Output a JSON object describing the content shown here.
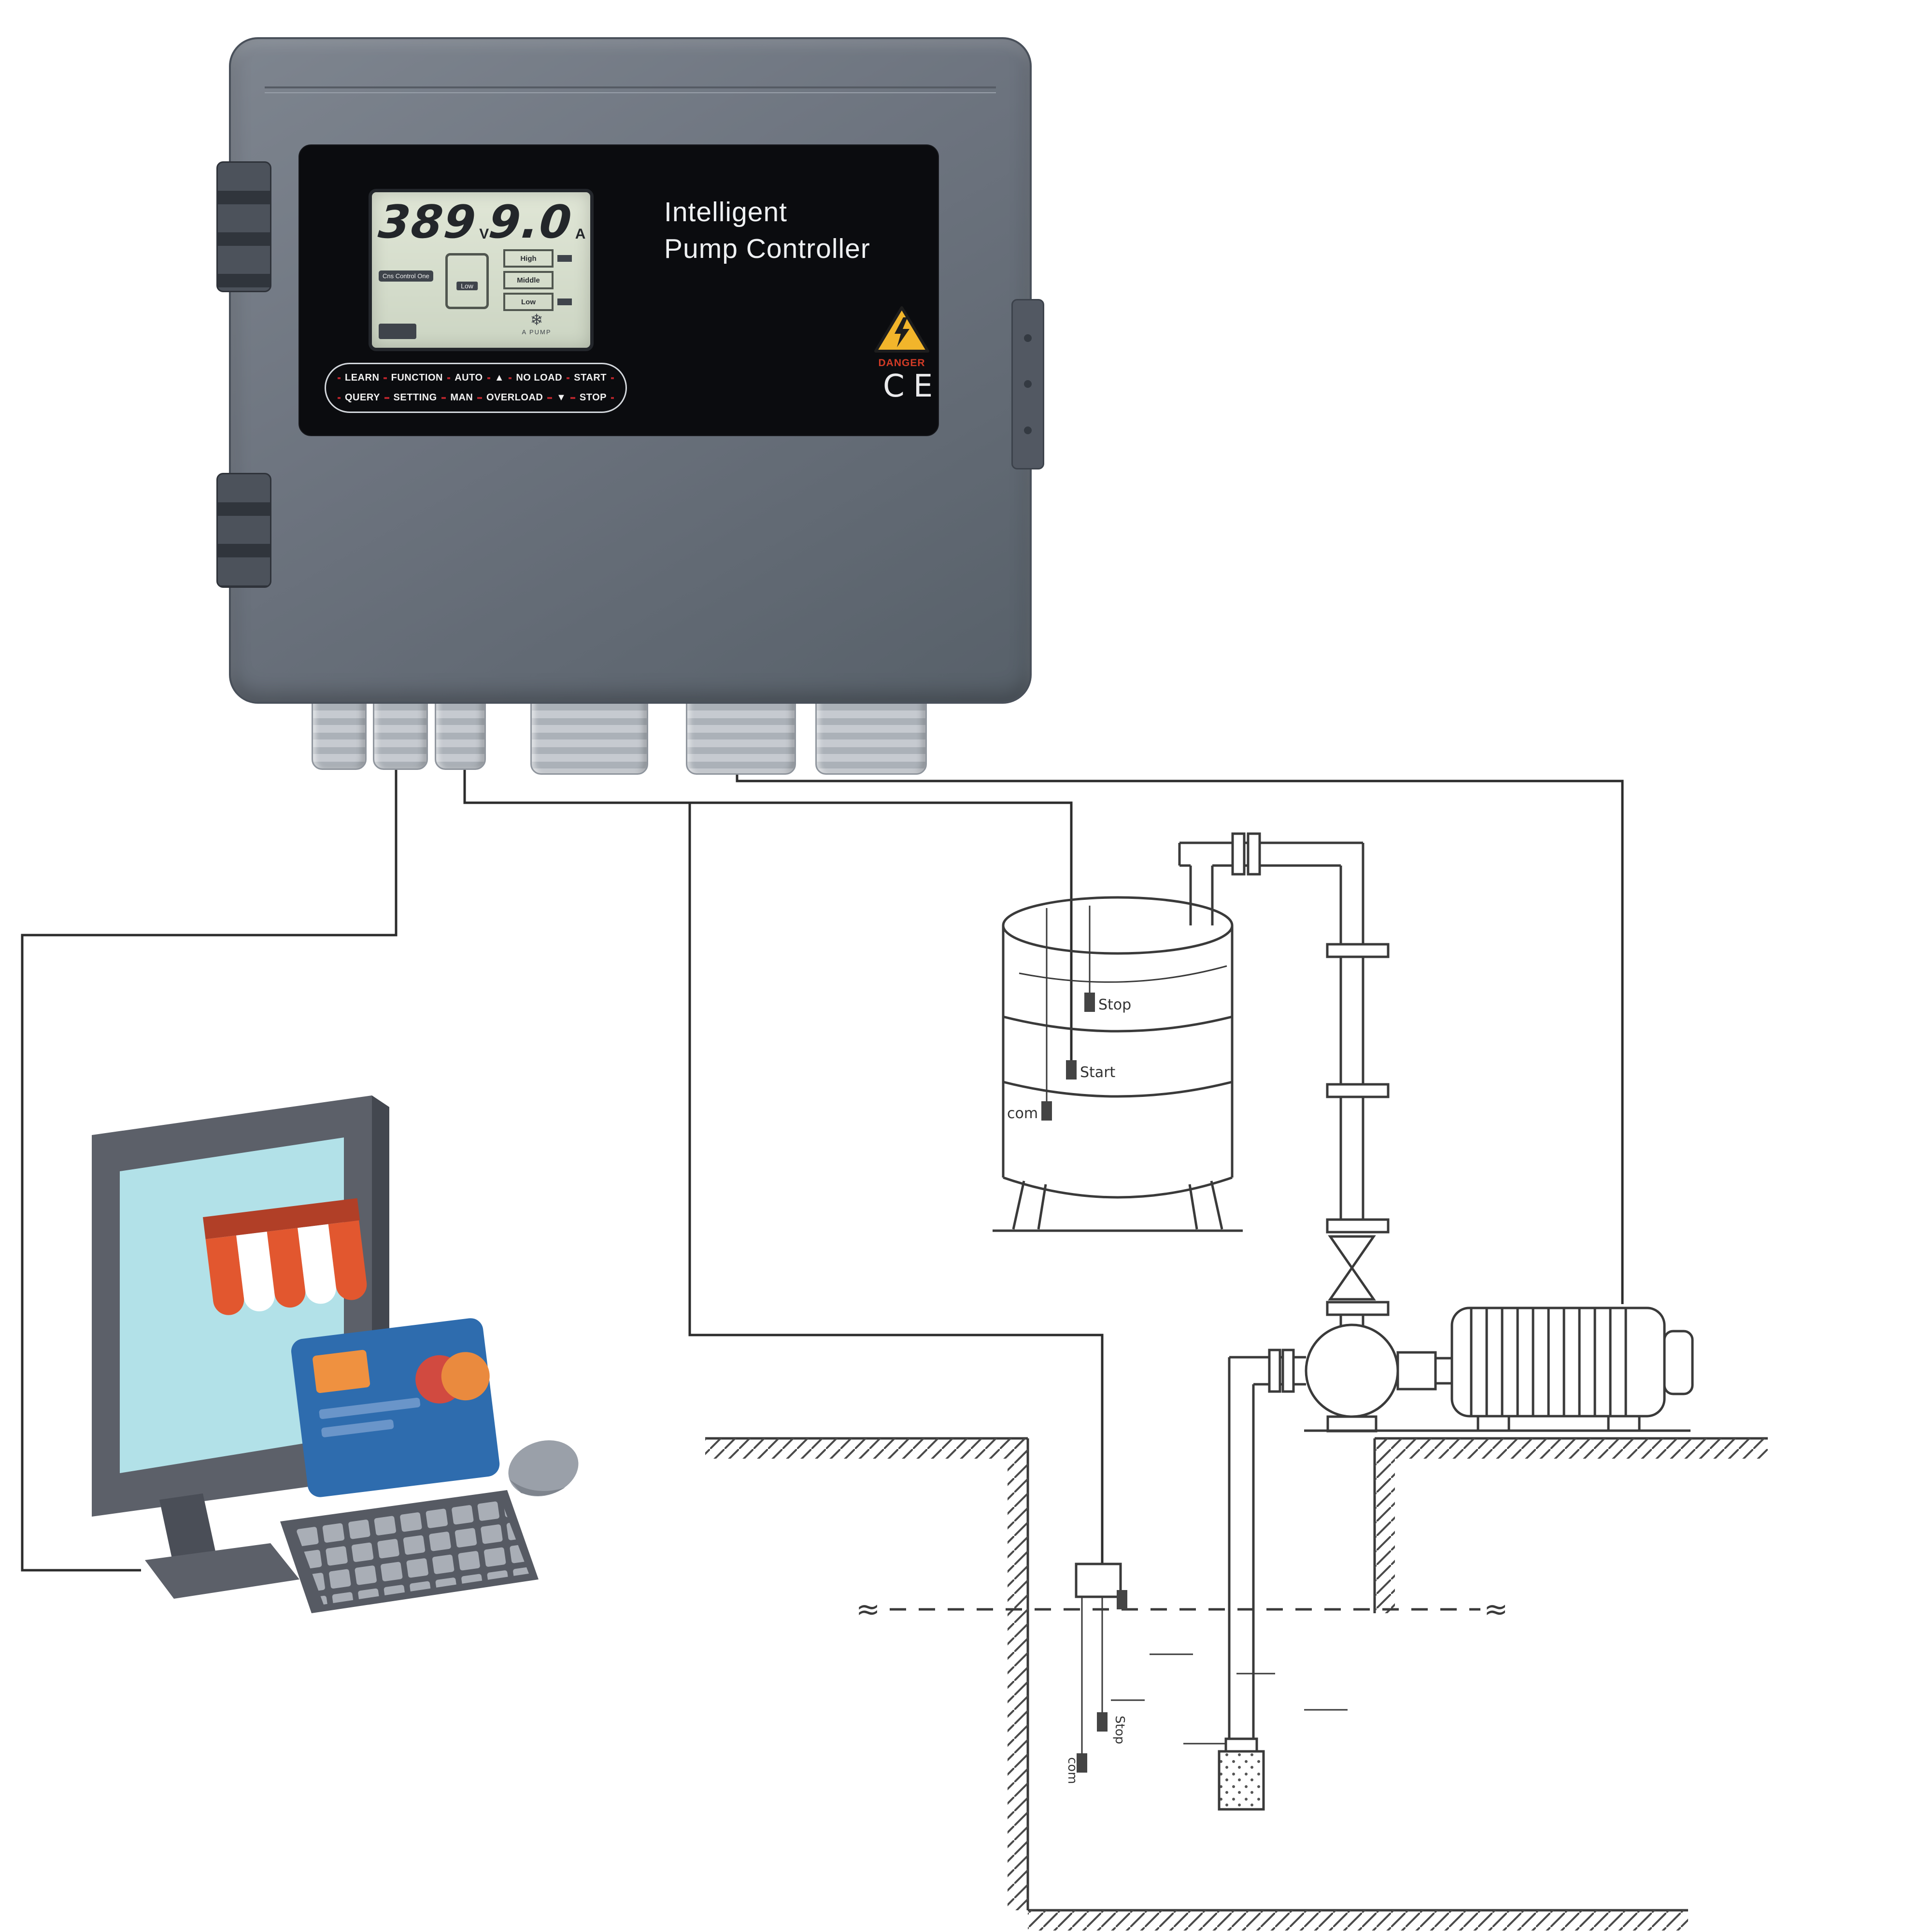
{
  "device": {
    "title_line1": "Intelligent",
    "title_line2": "Pump Controller",
    "lcd": {
      "voltage_value": "389",
      "voltage_unit": "V",
      "current_value": "9.0",
      "current_unit": "A",
      "mode_badge": "Cns Control One",
      "tank_icon_label": "Low",
      "level_high": "High",
      "level_middle": "Middle",
      "level_low": "Low",
      "snowflake_icon": "❄",
      "pump_label": "A PUMP"
    },
    "buttons": {
      "learn": "LEARN",
      "function": "FUNCTION",
      "auto": "AUTO",
      "up": "▲",
      "no_load": "NO LOAD",
      "start": "START",
      "query": "QUERY",
      "setting": "SETTING",
      "man": "MAN",
      "overload": "OVERLOAD",
      "down": "▼",
      "stop": "STOP"
    },
    "danger_label": "DANGER",
    "ce_mark": "CE"
  },
  "schematic": {
    "tank_sensor_stop": "Stop",
    "tank_sensor_start": "Start",
    "tank_sensor_com": "com",
    "well_sensor_stop": "Stop",
    "well_sensor_com": "com",
    "approx_left": "≈",
    "approx_right": "≈"
  },
  "colors": {
    "wire": "#2c2c2c",
    "schematic_line": "#3a3a3a",
    "accent_red": "#b3242b",
    "danger_yellow": "#f2b52b",
    "screen_blue": "#b2e1e8",
    "card_blue": "#2e6cae",
    "awning_orange": "#e2572f"
  }
}
